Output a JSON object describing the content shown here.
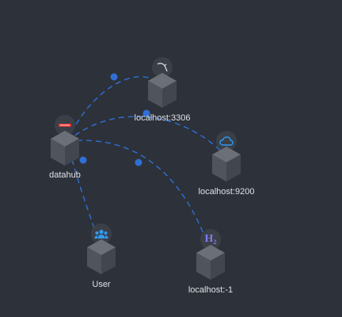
{
  "graph": {
    "nodes": [
      {
        "id": "datahub",
        "label": "datahub",
        "icon": "datahub-logo-icon",
        "badge_color": "#e53935"
      },
      {
        "id": "mysql",
        "label": "localhost:3306",
        "icon": "mysql-dolphin-icon",
        "badge_color": "#d9dce1"
      },
      {
        "id": "elasticsearch",
        "label": "localhost:9200",
        "icon": "cloud-icon",
        "badge_color": "#2f9bf0"
      },
      {
        "id": "user",
        "label": "User",
        "icon": "users-group-icon",
        "badge_color": "#2f9bf0"
      },
      {
        "id": "h2",
        "label": "localhost:-1",
        "icon": "h2-database-icon",
        "badge_text": "H₂",
        "badge_color": "#7b7de8"
      }
    ],
    "edges": [
      {
        "from": "datahub",
        "to": "mysql"
      },
      {
        "from": "datahub",
        "to": "elasticsearch"
      },
      {
        "from": "datahub",
        "to": "user"
      },
      {
        "from": "datahub",
        "to": "h2"
      }
    ],
    "edge_color": "#2f6fd6"
  }
}
